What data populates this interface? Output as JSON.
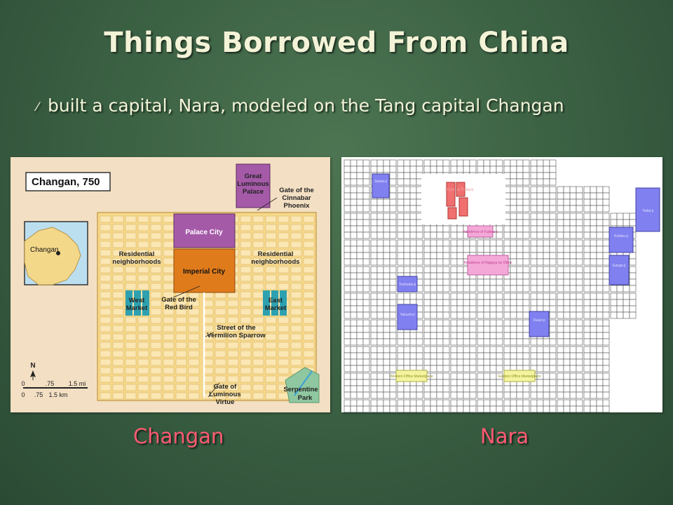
{
  "title": "Things Borrowed From China",
  "bullet": "built a capital, Nara, modeled on the Tang capital Changan",
  "captions": {
    "left": "Changan",
    "right": "Nara"
  },
  "changan_map": {
    "title": "Changan, 750",
    "inset_label": "Changan",
    "labels": {
      "great_palace": [
        "Great",
        "Luminous",
        "Palace"
      ],
      "gate_cinnabar": [
        "Gate of the",
        "Cinnabar",
        "Phoenix"
      ],
      "palace_city": "Palace City",
      "imperial_city": "Imperial City",
      "residential_left": [
        "Residential",
        "neighborhoods"
      ],
      "residential_right": [
        "Residential",
        "neighborhoods"
      ],
      "west_market": [
        "West",
        "Market"
      ],
      "east_market": [
        "East",
        "Market"
      ],
      "gate_red_bird": [
        "Gate of the",
        "Red Bird"
      ],
      "street": [
        "Street of the",
        "Vermilion Sparrow"
      ],
      "gate_virtue": [
        "Gate of",
        "Luminous",
        "Virtue"
      ],
      "serpentine": [
        "Serpentine",
        "Park"
      ]
    },
    "north": "N",
    "scale_mi": [
      "0",
      ".75",
      "1.5 mi"
    ],
    "scale_km": [
      "0",
      ".75",
      "1.5 km"
    ]
  },
  "nara_map": {
    "labels": {
      "temple_nw": "Saidai-ji",
      "palace": "Imperial Palace",
      "todai": "Todai-ji",
      "kofuku": "Kofuku-ji",
      "gango": "Gango-ji",
      "yakushi": "Yakushi-ji",
      "toshodai": "Toshodai-ji",
      "daian": "Daian-ji",
      "pink1": "Residence of Fujiwara",
      "pink2": "Residence of Nagaya no Okimi",
      "west_market": "Western Office Marketplace",
      "east_market": "Eastern Office Marketplace"
    }
  }
}
